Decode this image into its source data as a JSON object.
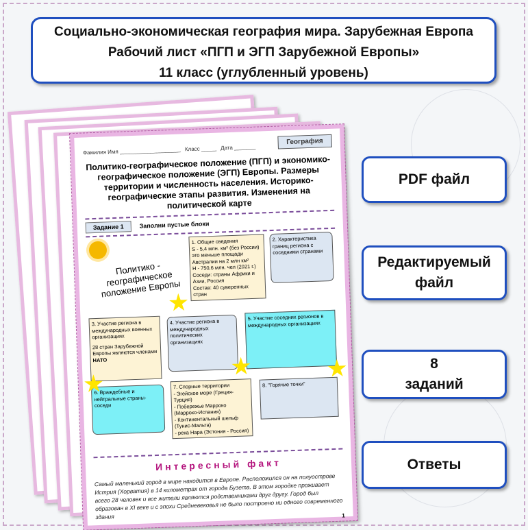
{
  "header": {
    "line1": "Социально-экономическая география мира. Зарубежная Европа",
    "line2": "Рабочий лист «ПГП и ЭГП Зарубежной Европы»",
    "line3": "11 класс (углубленный уровень)"
  },
  "badges": [
    {
      "line1": "PDF файл"
    },
    {
      "line1": "Редактируемый",
      "line2": "файл"
    },
    {
      "line1": "8",
      "line2": "заданий"
    },
    {
      "line1": "Ответы"
    }
  ],
  "sheet": {
    "name_label": "Фамилия Имя ____________________",
    "class_label": "Класс _____",
    "date_label": "Дата _______",
    "subject": "География",
    "title": "Политико-географическое положение (ПГП) и экономико-географическое положение (ЭГП) Европы. Размеры территории и численность населения. Историко-географические этапы развития. Изменения на политической карте",
    "task_label": "Задание 1",
    "task_text": "Заполни пустые блоки",
    "heading": "Политико - географическое положение Европы",
    "blocks": {
      "b1_title": "1. Общие сведения",
      "b1_s": "S - 5,4 млн. км² (без России) это меньше площади Австралии на 2 млн км²",
      "b1_h": "Н - 750,6 млн. чел (2021 г.)",
      "b1_n": "Соседи: страны Африки и Азии, Россия",
      "b1_c": "Состав: 40 суверенных стран",
      "b2": "2. Характеристика границ региона с соседними странами",
      "b3": "3. Участие региона в международных военных организациях",
      "b3_text": "28 стран Зарубежной Европы являются членами",
      "b3_bold": "НАТО",
      "b4": "4. Участие региона в международных политических организациях",
      "b5": "5. Участие соседних регионов в международных организациях",
      "b6": "6. Враждебные и нейтральные страны-соседи",
      "b7": "7. Спорные территории",
      "b7_items": [
        "- Эгейское море (Греция-Турция)",
        "- Побережье Марроко (Марроко-Испания)",
        "- Континентальный шельф (Тунис-Мальта)",
        "- река Нара (Эстония - Россия)"
      ],
      "b8": "8. \"Горячие точки\""
    },
    "fact_title": "Интересный факт",
    "fact_text": "Самый маленький город в мире находится в Европе. Расположился он на полуострове Истрия (Хорватия) в 14 километрах от города Бузета. В этом городке проживает всего 28 человек и все жители являются родственниками друг другу. Город был образован в XI веке и с эпохи Средневековья не было построено ни одного современного здания",
    "page_num": "1"
  }
}
